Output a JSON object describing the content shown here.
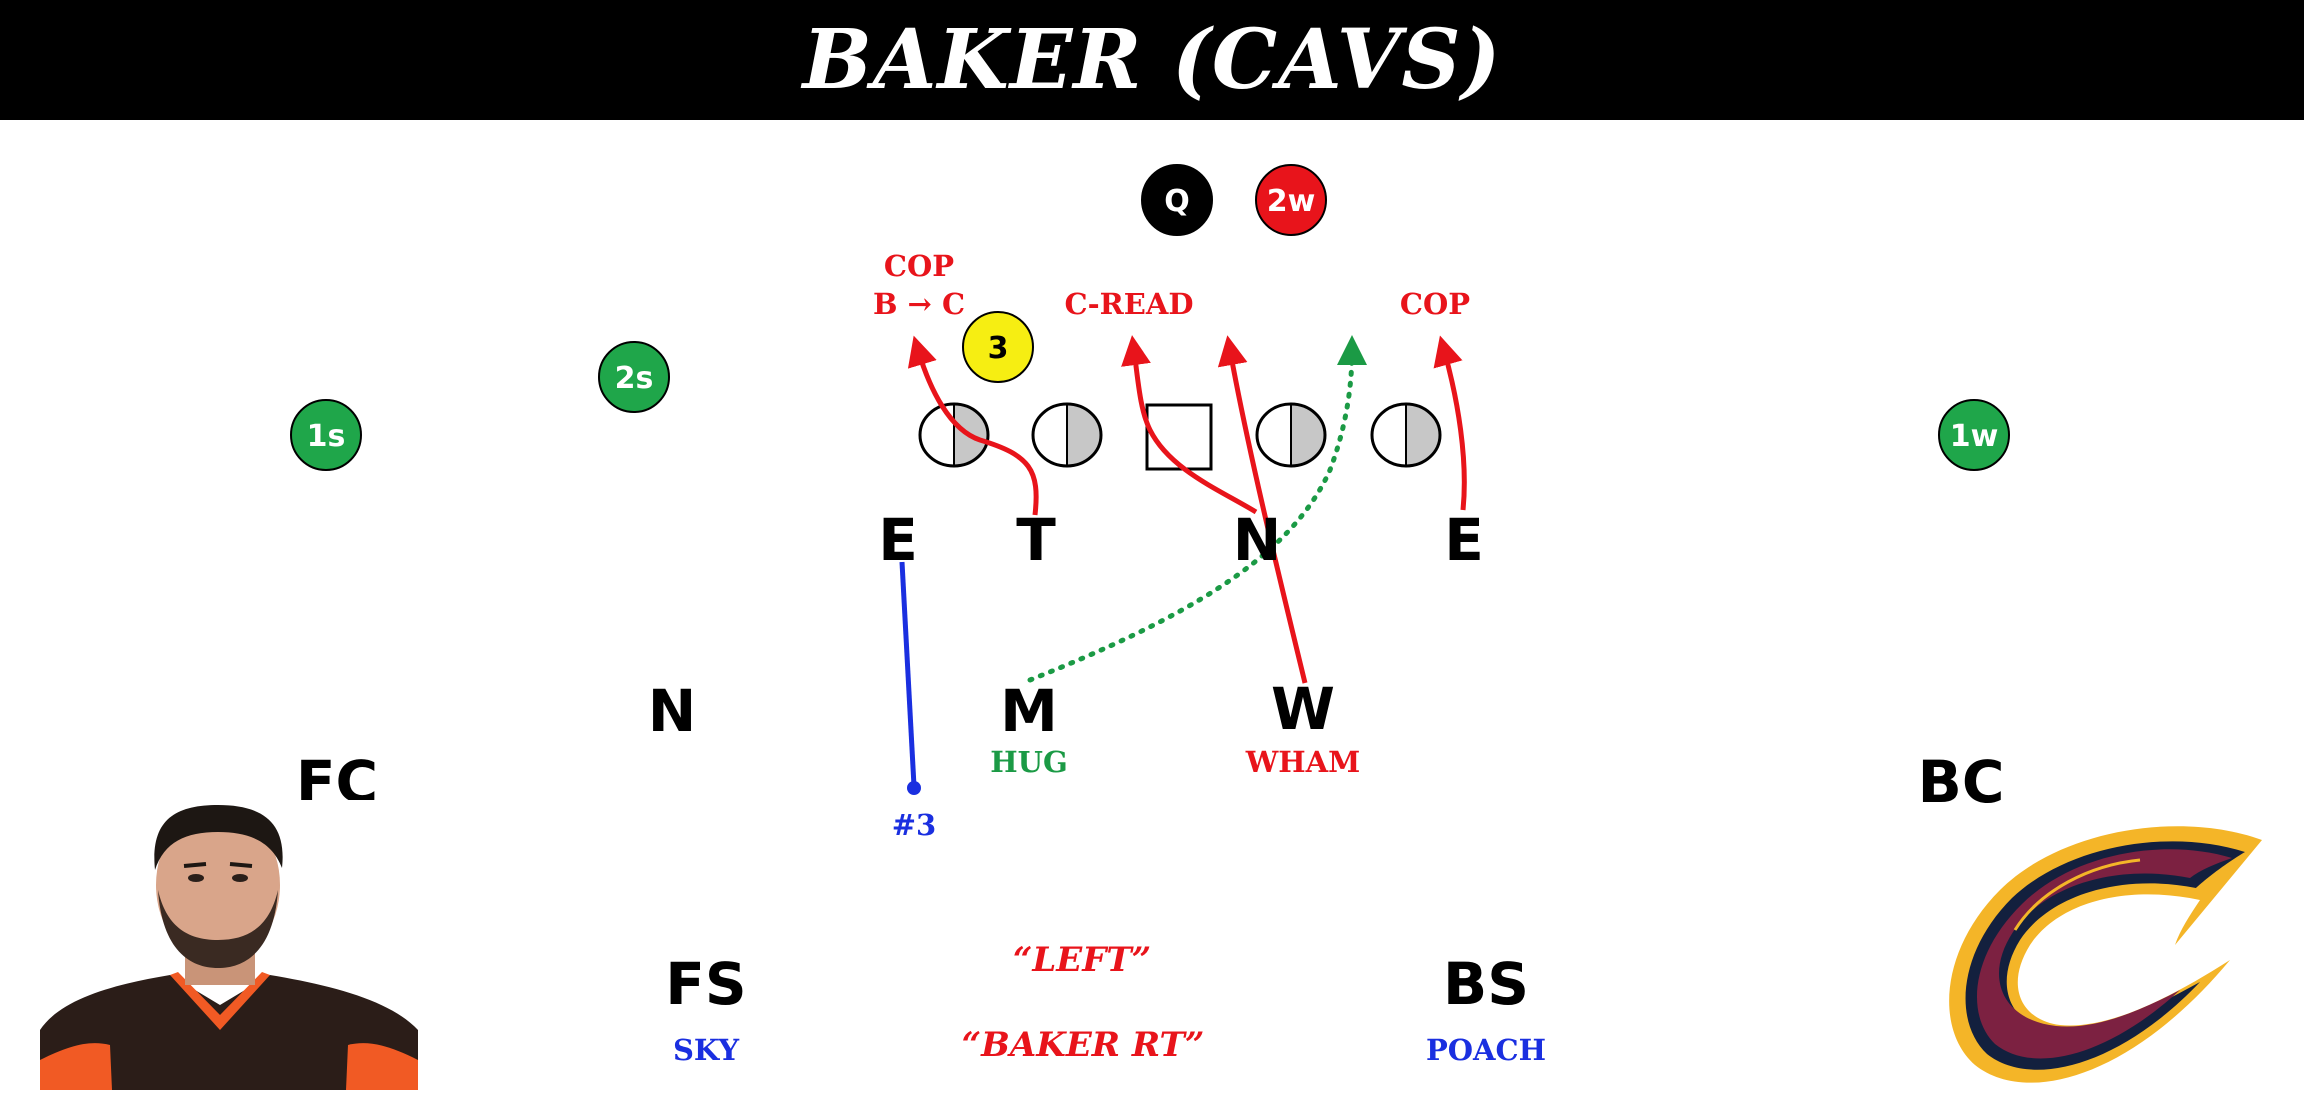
{
  "title": "BAKER (CAVS)",
  "colors": {
    "route_red": "#e8141b",
    "route_blue": "#1a2fe0",
    "route_green": "#1b9a45",
    "token_green": "#1fa64a",
    "token_red": "#e8141b",
    "token_yellow": "#f6ee12",
    "token_black": "#000000",
    "lineman_fill": "#c7c7c7",
    "cavs_wine": "#7c2141",
    "cavs_gold": "#f4b528",
    "cavs_navy": "#13203e"
  },
  "offense": {
    "q": "Q",
    "two_w": "2w",
    "three": "3",
    "two_s": "2s",
    "one_s": "1s",
    "one_w": "1w"
  },
  "defense": {
    "e_left": "E",
    "t": "T",
    "n_line": "N",
    "e_right": "E",
    "n_apex": "N",
    "m": "M",
    "w": "W",
    "fc": "FC",
    "bc": "BC",
    "fs": "FS",
    "bs": "BS"
  },
  "calls": {
    "cop_left_line1": "COP",
    "cop_left_line2": "B → C",
    "c_read": "C-READ",
    "cop_right": "COP",
    "hug": "HUG",
    "wham": "WHAM",
    "num3": "#3",
    "sky": "SKY",
    "poach": "POACH",
    "left_call": "“LEFT”",
    "baker_rt_call": "“BAKER RT”"
  },
  "images": {
    "player_photo": "player-photo",
    "cavs_logo": "cavaliers-c-logo"
  }
}
